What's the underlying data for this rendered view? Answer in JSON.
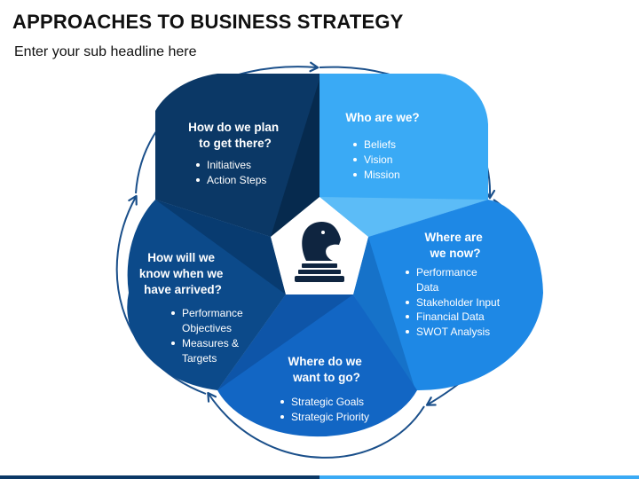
{
  "header": {
    "title": "APPROACHES TO BUSINESS STRATEGY",
    "subtitle": "Enter your sub headline here"
  },
  "segments": [
    {
      "id": "plan",
      "title_lines": [
        "How do we plan",
        "to get there?"
      ],
      "items": [
        [
          "Initiatives"
        ],
        [
          "Action Steps"
        ]
      ],
      "color": "#0b3866",
      "shadow": "#062a4e"
    },
    {
      "id": "who",
      "title_lines": [
        "Who are we?"
      ],
      "items": [
        [
          "Beliefs"
        ],
        [
          "Vision"
        ],
        [
          "Mission"
        ]
      ],
      "color": "#3aaaf5",
      "shadow": "#5cbcf7"
    },
    {
      "id": "now",
      "title_lines": [
        "Where are",
        "we now?"
      ],
      "items": [
        [
          "Performance",
          "Data"
        ],
        [
          "Stakeholder Input"
        ],
        [
          "Financial Data"
        ],
        [
          "SWOT Analysis"
        ]
      ],
      "color": "#1e88e5",
      "shadow": "#1672c9"
    },
    {
      "id": "want",
      "title_lines": [
        "Where do we",
        "want to go?"
      ],
      "items": [
        [
          "Strategic Goals"
        ],
        [
          "Strategic Priority"
        ]
      ],
      "color": "#1266c4",
      "shadow": "#0e55a8"
    },
    {
      "id": "arrived",
      "title_lines": [
        "How will we",
        "know when we",
        "have arrived?"
      ],
      "items": [
        [
          "Performance",
          "Objectives"
        ],
        [
          "Measures &",
          "Targets"
        ]
      ],
      "color": "#0c4a8a",
      "shadow": "#083b70"
    }
  ],
  "center_icon": "chess-knight-icon",
  "colors": {
    "arrow": "#1a4f8a",
    "center_fill": "#ffffff",
    "knight": "#0f2540",
    "bar_dark": "#0b3866",
    "bar_light": "#3aaaf5"
  }
}
